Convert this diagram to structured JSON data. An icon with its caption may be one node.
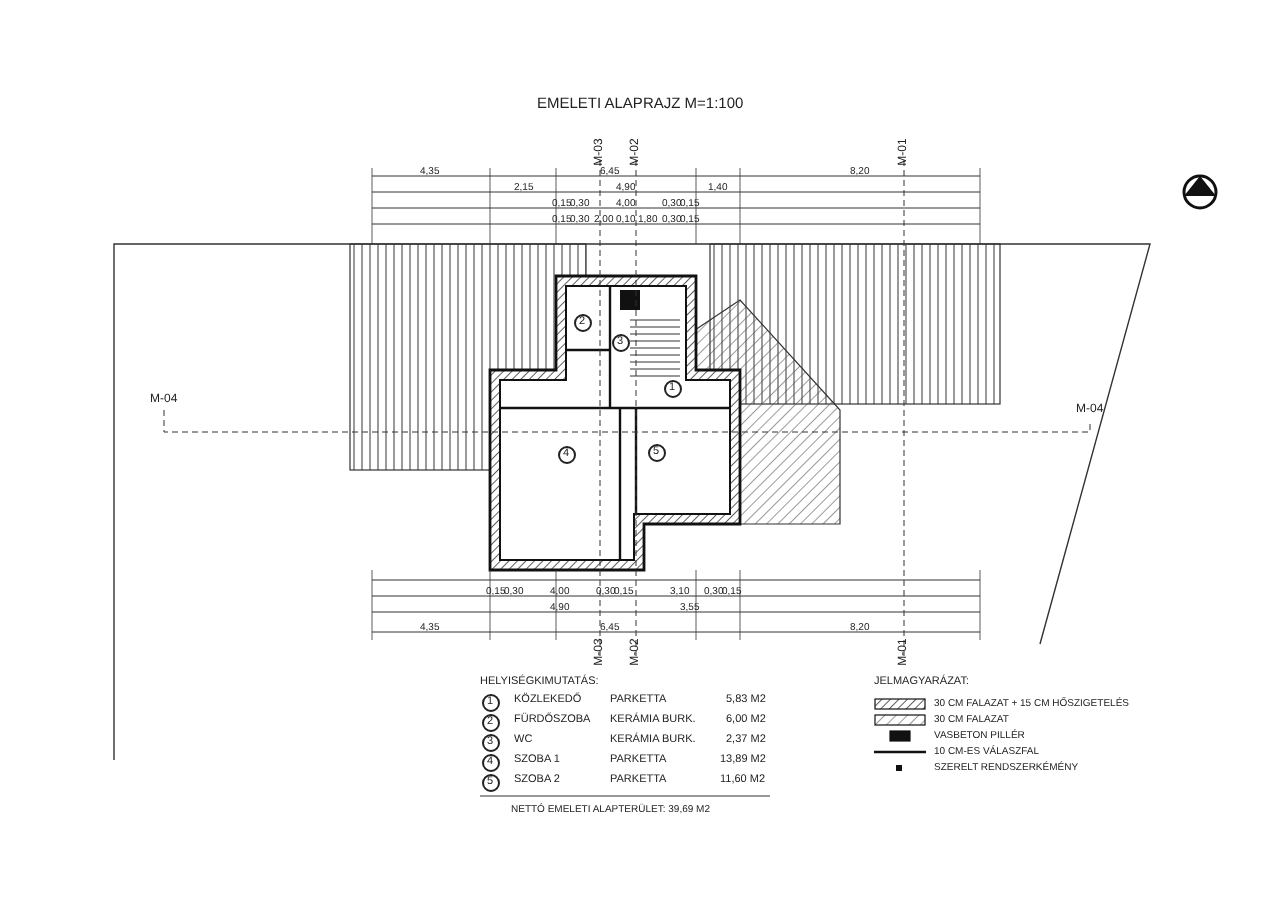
{
  "diagram": {
    "title": "EMELETI ALAPRAJZ M=1:100",
    "nodes": [
      {
        "text": [
          "2"
        ]
      },
      {
        "text": [
          "3"
        ]
      },
      {
        "text": [
          "1"
        ]
      },
      {
        "text": [
          "4"
        ]
      },
      {
        "text": [
          "5"
        ]
      },
      {
        "text": [
          "1"
        ]
      },
      {
        "text": [
          "2"
        ]
      },
      {
        "text": [
          "3"
        ]
      },
      {
        "text": [
          "4"
        ]
      },
      {
        "text": [
          "5"
        ]
      }
    ],
    "edges": [],
    "labels": [
      "M-03",
      "M-02",
      "M-01",
      "4,35",
      "6,45",
      "8,20",
      "2,15",
      "4,90",
      "1,40",
      "0,15",
      "0,30",
      "4,00",
      "0,30",
      "0,15",
      "0,15",
      "0,30",
      "2,00",
      "0,10",
      "1,80",
      "0,30",
      "0,15",
      "M-04",
      "M-04",
      "0,15",
      "0,30",
      "4,00",
      "0,30",
      "0,15",
      "3,10",
      "0,30",
      "0,15",
      "4,90",
      "3,55",
      "4,35",
      "6,45",
      "8,20",
      "M-03",
      "M-02",
      "M-01",
      "HELYISÉGKIMUTATÁS:",
      "KÖZLEKEDŐ",
      "PARKETTA",
      "5,83 M2",
      "FÜRDŐSZOBA",
      "KERÁMIA BURK.",
      "6,00 M2",
      "WC",
      "KERÁMIA BURK.",
      "2,37 M2",
      "SZOBA 1",
      "PARKETTA",
      "13,89 M2",
      "SZOBA 2",
      "PARKETTA",
      "11,60 M2",
      "NETTÓ EMELETI ALAPTERÜLET: 39,69 M2",
      "JELMAGYARÁZAT:"
    ],
    "legend": [
      {
        "text": "30 CM FALAZAT + 15 CM HŐSZIGETELÉS"
      },
      {
        "text": "30 CM FALAZAT"
      },
      {
        "text": "VASBETON PILLÉR"
      },
      {
        "text": "10 CM-ES VÁLASZFAL"
      },
      {
        "text": "SZERELT RENDSZERKÉMÉNY"
      }
    ]
  }
}
